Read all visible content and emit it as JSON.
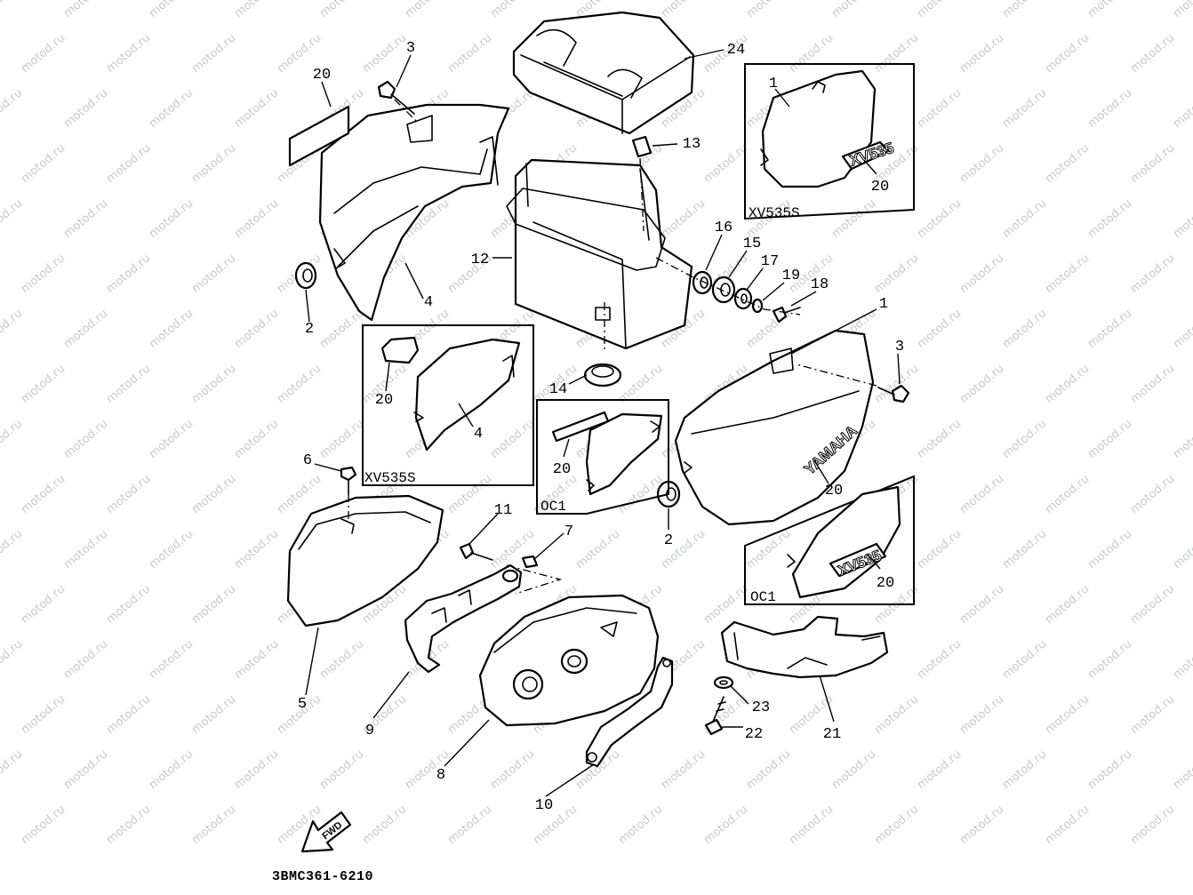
{
  "watermark": "motod.ru",
  "diagram_code": "3BMC361-6210",
  "fwd_label": "FWD",
  "inset_labels": {
    "xv535s_top": "XV535S",
    "xv535s_left": "XV535S",
    "oc1_middle": "OC1",
    "oc1_right": "OC1"
  },
  "emblems": {
    "yamaha": "YAMAHA",
    "xv535": "XV535"
  },
  "callouts": {
    "n3_top": "3",
    "n20_left": "20",
    "n24": "24",
    "n13": "13",
    "n12": "12",
    "n4_main": "4",
    "n2_left": "2",
    "n1_inset": "1",
    "n20_inset_top": "20",
    "n16": "16",
    "n15": "15",
    "n17": "17",
    "n19": "19",
    "n18": "18",
    "n1_main": "1",
    "n3_right": "3",
    "n20_inset_left": "20",
    "n4_inset": "4",
    "n14": "14",
    "n20_inset_mid": "20",
    "n20_main": "20",
    "n6": "6",
    "n11": "11",
    "n7": "7",
    "n2_mid": "2",
    "n20_inset_right": "20",
    "n5": "5",
    "n9": "9",
    "n8": "8",
    "n10": "10",
    "n23": "23",
    "n22": "22",
    "n21": "21"
  }
}
